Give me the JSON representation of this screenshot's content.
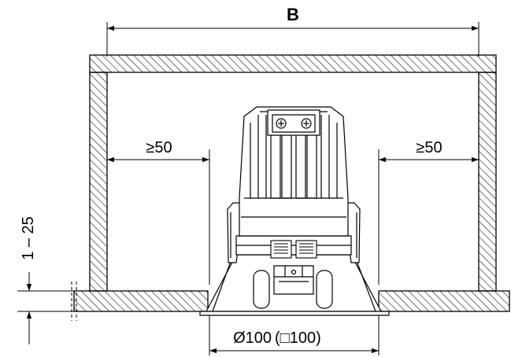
{
  "diagram": {
    "width_label": "B",
    "clearance_left": "≥50",
    "clearance_right": "≥50",
    "ceiling_thickness": "1 – 25",
    "cutout_diameter": "Ø100",
    "cutout_square": "(□100)"
  },
  "colors": {
    "line": "#000000",
    "hatch": "#000000",
    "fixture_fill": "#ffffff"
  }
}
